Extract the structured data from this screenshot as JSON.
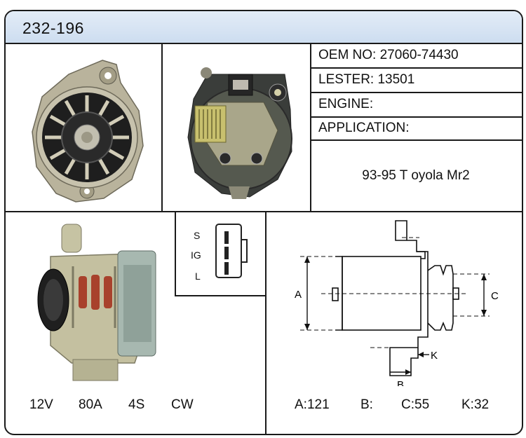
{
  "header": {
    "part_number": "232-196"
  },
  "specs": {
    "oem": "OEM NO: 27060-74430",
    "lester": "LESTER: 13501",
    "engine": "ENGINE:",
    "application": "APPLICATION:",
    "application_value": "93-95 T oyola Mr2"
  },
  "connector": {
    "pins": [
      "S",
      "IG",
      "L"
    ]
  },
  "diagram": {
    "labels": {
      "a": "A",
      "b": "B",
      "c": "C",
      "k": "K"
    }
  },
  "electrical": {
    "voltage": "12V",
    "amperage": "80A",
    "grooves": "4S",
    "rotation": "CW"
  },
  "dimensions": {
    "a": "A:121",
    "b": "B:",
    "c": "C:55",
    "k": "K:32"
  }
}
